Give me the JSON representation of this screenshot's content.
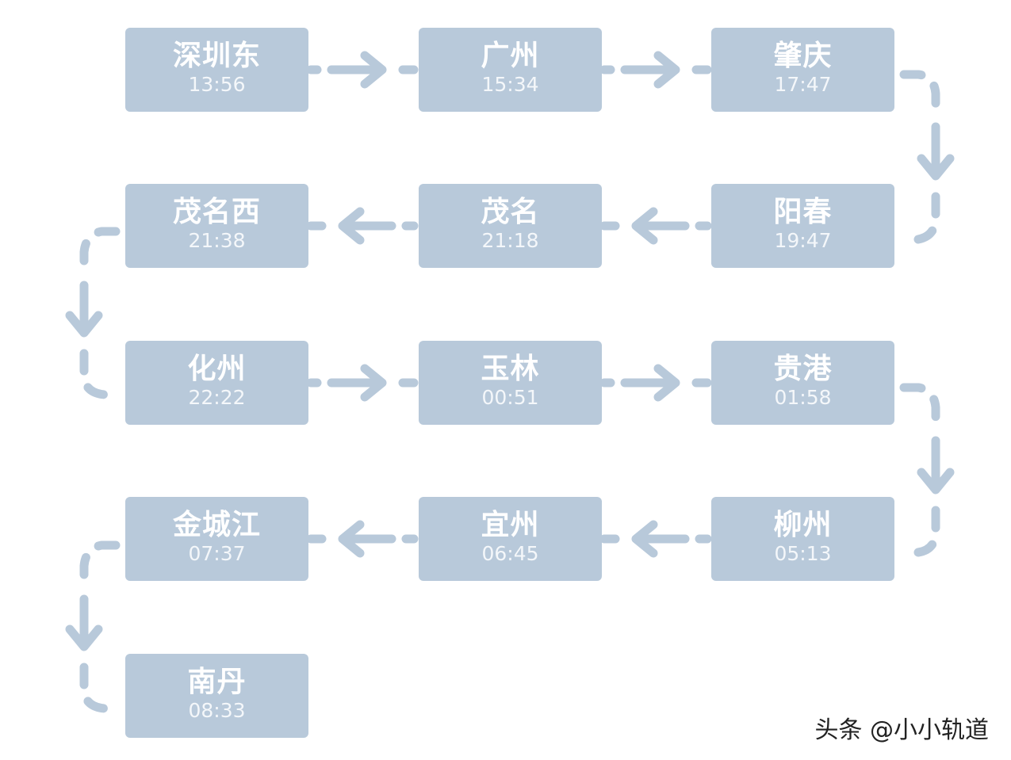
{
  "stations": [
    {
      "name": "深圳东",
      "time": "13:56"
    },
    {
      "name": "广州",
      "time": "15:34"
    },
    {
      "name": "肇庆",
      "time": "17:47"
    },
    {
      "name": "阳春",
      "time": "19:47"
    },
    {
      "name": "茂名",
      "time": "21:18"
    },
    {
      "name": "茂名西",
      "time": "21:38"
    },
    {
      "name": "化州",
      "time": "22:22"
    },
    {
      "name": "玉林",
      "time": "00:51"
    },
    {
      "name": "贵港",
      "time": "01:58"
    },
    {
      "name": "柳州",
      "time": "05:13"
    },
    {
      "name": "宜州",
      "time": "06:45"
    },
    {
      "name": "金城江",
      "time": "07:37"
    },
    {
      "name": "南丹",
      "time": "08:33"
    }
  ],
  "watermark": "头条 @小小轨道",
  "colors": {
    "box": "#b8c9da",
    "connector": "#b8c9da",
    "text": "#ffffff"
  }
}
